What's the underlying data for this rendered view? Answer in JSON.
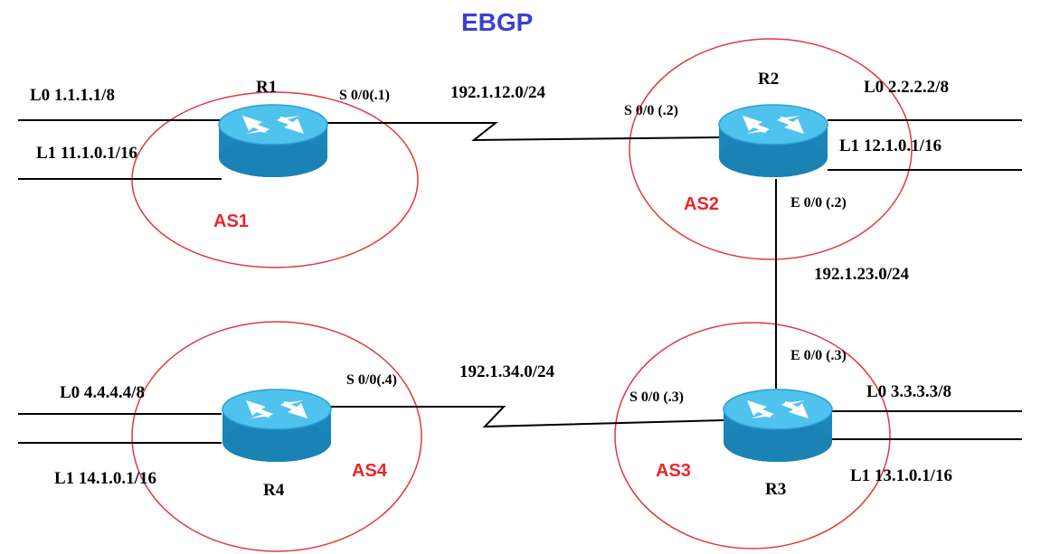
{
  "title": "EBGP",
  "colors": {
    "title": "#3b3fd0",
    "as_label": "#e8262b",
    "as_circle": "#e03a3a",
    "router_top": "#4fc3ee",
    "router_body": "#1b86b8",
    "router_bottom": "#0f5d86",
    "link": "#000000"
  },
  "routers": {
    "r1": {
      "name": "R1",
      "as": "AS1",
      "l0": "L0  1.1.1.1/8",
      "l1": "L1  11.1.0.1/16",
      "serial": "S 0/0(.1)"
    },
    "r2": {
      "name": "R2",
      "as": "AS2",
      "l0": "L0  2.2.2.2/8",
      "l1": "L1  12.1.0.1/16",
      "serial": "S 0/0 (.2)",
      "eth": "E 0/0 (.2)"
    },
    "r3": {
      "name": "R3",
      "as": "AS3",
      "l0": "L0  3.3.3.3/8",
      "l1": "L1  13.1.0.1/16",
      "serial": "S 0/0 (.3)",
      "eth": "E 0/0 (.3)"
    },
    "r4": {
      "name": "R4",
      "as": "AS4",
      "l0": "L0  4.4.4.4/8",
      "l1": "L1  14.1.0.1/16",
      "serial": "S 0/0(.4)"
    }
  },
  "networks": {
    "r1_r2": "192.1.12.0/24",
    "r2_r3": "192.1.23.0/24",
    "r3_r4": "192.1.34.0/24"
  },
  "icons": {
    "router": "router-icon"
  }
}
